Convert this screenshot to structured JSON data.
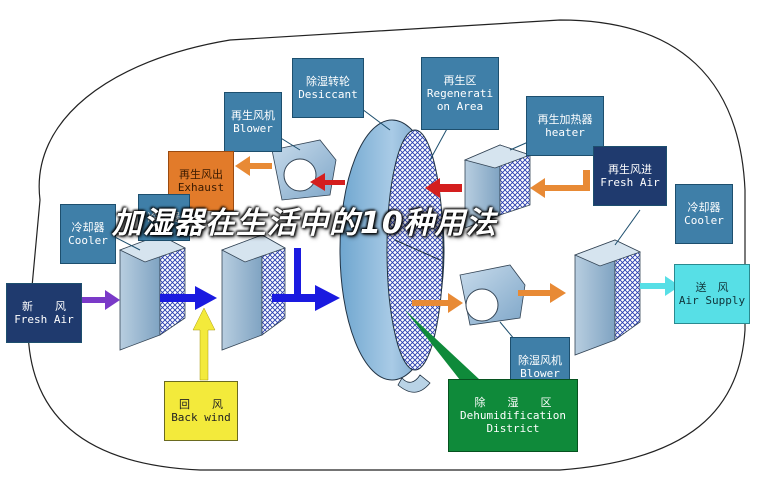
{
  "title": "加湿器在生活中的10种用法",
  "labels": {
    "desiccant": {
      "zh": "除湿转轮",
      "en": "Desiccant"
    },
    "regen_area": {
      "zh": "再生区",
      "en": "Regenerati\non Area"
    },
    "regen_blower": {
      "zh": "再生风机",
      "en": "Blower"
    },
    "regen_heater": {
      "zh": "再生加热器",
      "en": "heater"
    },
    "regen_air": {
      "zh": "再生风进",
      "en": "Fresh Air"
    },
    "exhaust": {
      "zh": "再生风出",
      "en": "Exhaust"
    },
    "cooler_left": {
      "zh": "冷却器",
      "en": "Cooler"
    },
    "cooler_mid": {
      "zh": "冷却器",
      "en": ""
    },
    "cooler_right": {
      "zh": "冷却器",
      "en": "Cooler"
    },
    "fresh_air": {
      "zh": "新　　风",
      "en": "Fresh Air"
    },
    "air_supply": {
      "zh": "送　风",
      "en": "Air Supply"
    },
    "back_wind": {
      "zh": "回　　风",
      "en": "Back wind"
    },
    "process_blower": {
      "zh": "除湿风机",
      "en": "Blower"
    },
    "dehum_district": {
      "zh": "除　　湿　　区",
      "en": "Dehumidification\nDistrict"
    }
  },
  "colors": {
    "label_blue": "#3f7fa8",
    "label_dark": "#1f3a6e",
    "exhaust_orange": "#e27b2a",
    "back_wind_yellow": "#f3ea3b",
    "supply_cyan": "#57dfe6",
    "dehum_green": "#0f8a3a",
    "arrow_red": "#d41e1e",
    "arrow_blue": "#1a1ae0",
    "arrow_purple": "#7a3ac8"
  }
}
